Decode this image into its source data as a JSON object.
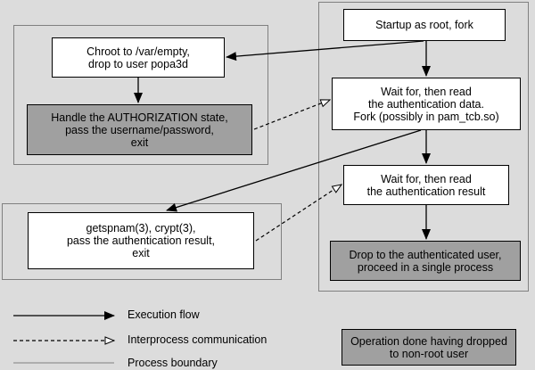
{
  "boxes": {
    "startup": "Startup as root, fork",
    "chroot": "Chroot to /var/empty,\ndrop to user popa3d",
    "wait_auth_data": "Wait for, then read\nthe authentication data.\nFork (possibly in pam_tcb.so)",
    "handle_auth": "Handle the AUTHORIZATION state,\npass the username/password,\nexit",
    "wait_auth_result": "Wait for, then read\nthe authentication result",
    "getspnam": "getspnam(3), crypt(3),\npass the authentication result,\nexit",
    "drop_user": "Drop to the authenticated user,\nproceed in a single process"
  },
  "legend": {
    "execution_flow": "Execution flow",
    "ipc": "Interprocess communication",
    "process_boundary": "Process boundary",
    "non_root_note": "Operation done having dropped\nto non-root user"
  },
  "colors": {
    "background": "#dcdcdc",
    "box_fill": "#ffffff",
    "non_root_fill": "#a0a0a0",
    "boundary": "#808080",
    "line": "#000000"
  }
}
